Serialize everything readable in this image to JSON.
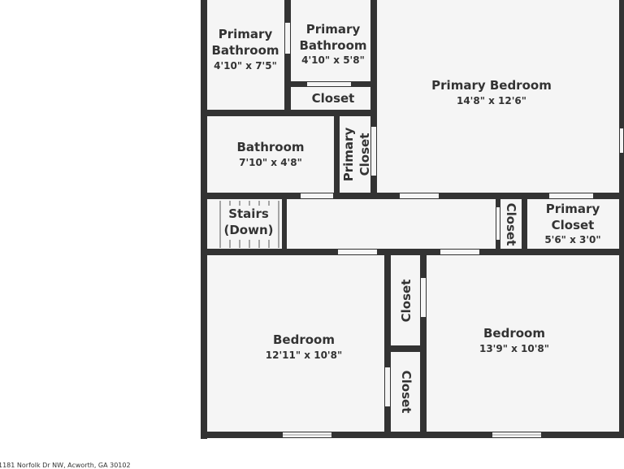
{
  "rooms": {
    "primary_bathroom_1": {
      "name_line1": "Primary",
      "name_line2": "Bathroom",
      "dims": "4'10\" x 7'5\""
    },
    "primary_bathroom_2": {
      "name_line1": "Primary",
      "name_line2": "Bathroom",
      "dims": "4'10\" x 5'8\""
    },
    "primary_bedroom": {
      "name": "Primary Bedroom",
      "dims": "14'8\" x 12'6\""
    },
    "closet_top": {
      "name": "Closet"
    },
    "bathroom": {
      "name": "Bathroom",
      "dims": "7'10\" x 4'8\""
    },
    "primary_closet_vertical": {
      "name_line1": "Primary",
      "name_line2": "Closet"
    },
    "stairs": {
      "name_line1": "Stairs",
      "name_line2": "(Down)"
    },
    "closet_hall": {
      "name": "Closet"
    },
    "primary_closet_right": {
      "name_line1": "Primary",
      "name_line2": "Closet",
      "dims": "5'6\" x 3'0\""
    },
    "bedroom_left": {
      "name": "Bedroom",
      "dims": "12'11\" x 10'8\""
    },
    "bedroom_right": {
      "name": "Bedroom",
      "dims": "13'9\" x 10'8\""
    },
    "closet_mid_upper": {
      "name": "Closet"
    },
    "closet_mid_lower": {
      "name": "Closet"
    }
  },
  "address": "1181 Norfolk Dr NW, Acworth, GA 30102",
  "colors": {
    "wall": "#333333",
    "floor": "#f5f5f5",
    "text": "#333333"
  }
}
